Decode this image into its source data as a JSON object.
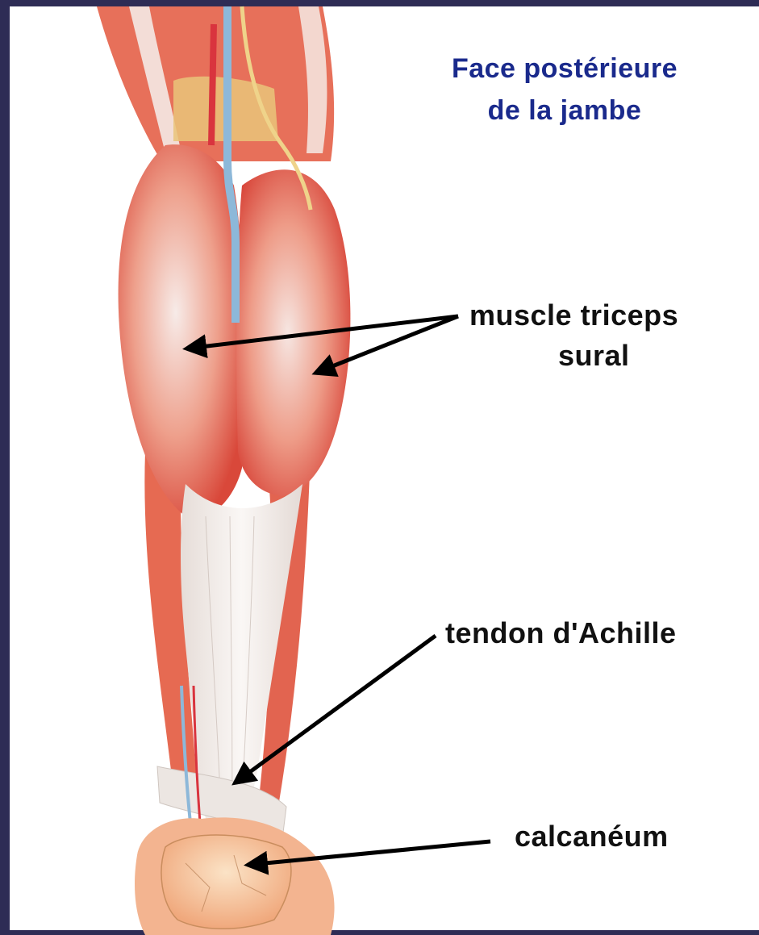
{
  "title": {
    "line1": "Face postérieure",
    "line2": "de la jambe"
  },
  "labels": {
    "triceps_line1": "muscle triceps",
    "triceps_line2": "sural",
    "achilles": "tendon d'Achille",
    "calcaneus": "calcanéum"
  },
  "colors": {
    "muscle": "#e2604a",
    "tendon": "#f1ece8",
    "title": "#1a2a8c",
    "frame": "#2e2c55"
  }
}
